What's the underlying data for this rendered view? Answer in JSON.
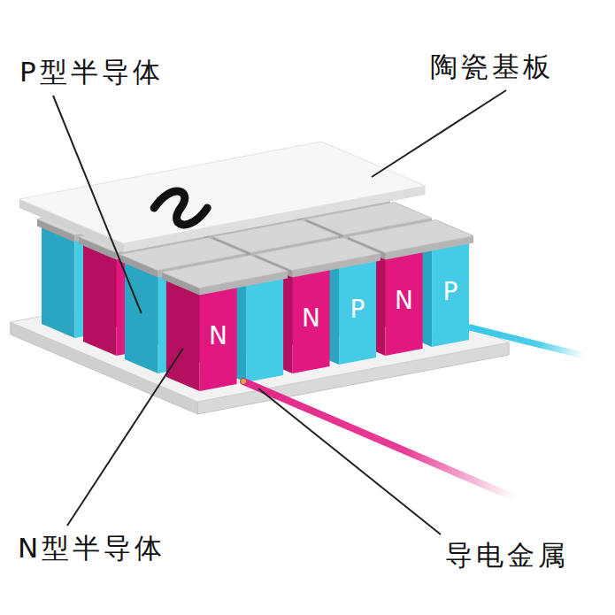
{
  "diagram": {
    "labels": [
      "P型半导体",
      "陶瓷基板",
      "N型半导体",
      "导电金属",
      "N",
      "N",
      "P",
      "N",
      "P"
    ]
  }
}
